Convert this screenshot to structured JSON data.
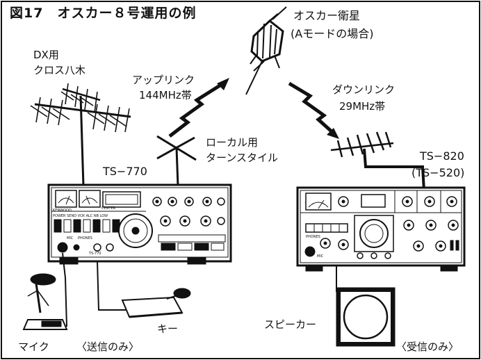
{
  "title": "図17　オスカー８号運用の例",
  "satellite": {
    "line1": "オスカー衛星",
    "line2": "(Aモードの場合)"
  },
  "dx_antenna": {
    "line1": "DX用",
    "line2": "クロス八木"
  },
  "uplink": {
    "line1": "アップリンク",
    "line2": "144MHz帯"
  },
  "downlink": {
    "line1": "ダウンリンク",
    "line2": "29MHz帯"
  },
  "local_antenna": {
    "line1": "ローカル用",
    "line2": "ターンスタイル"
  },
  "transmitter_model": "TS−770",
  "receiver_model": {
    "line1": "TS−820",
    "line2": "(TS−520)"
  },
  "key_label": "キー",
  "mic_label": "マイク",
  "speaker_label": "スピーカー",
  "transmit_only": "〈送信のみ〉",
  "receive_only": "〈受信のみ〉",
  "panel_text": {
    "kenwood": "KENWOOD",
    "center": "CENTER",
    "power_row": "POWER SEND VOX ALC NB LOW",
    "mic": "MIC",
    "phones": "PHONES",
    "model_plate": "TS-770",
    "phones_rx": "PHONES",
    "mic_rx": "MIC"
  }
}
